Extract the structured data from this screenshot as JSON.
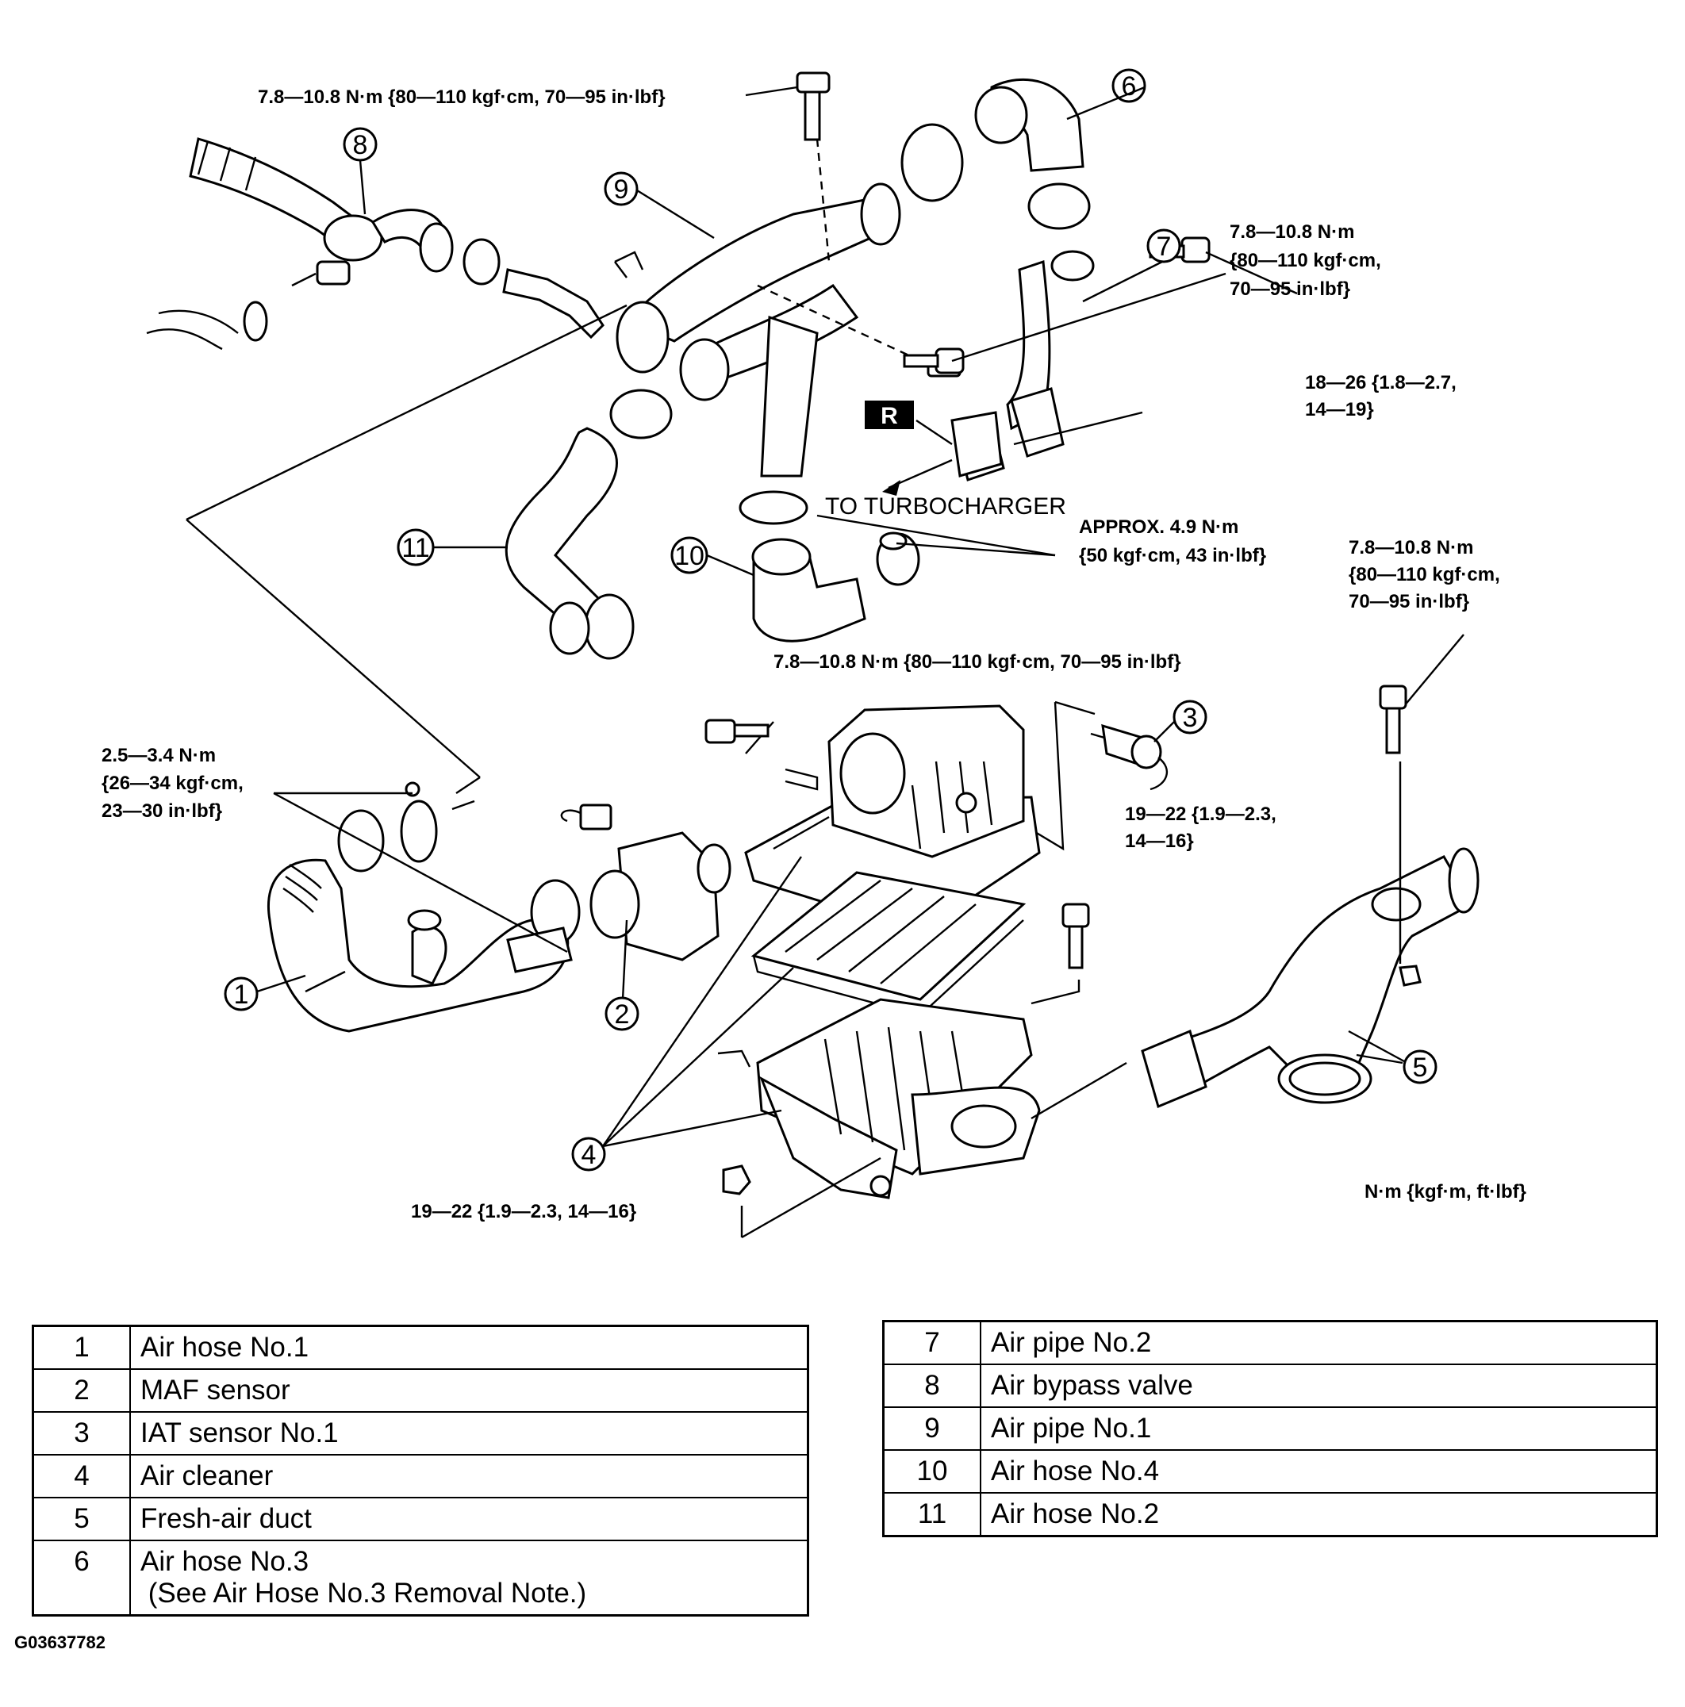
{
  "torques": {
    "t_bypass_bolt": "7.8—10.8 N·m {80—110 kgf·cm, 70—95 in·lbf}",
    "t_pipe2_bolt": [
      "7.8—10.8 N·m",
      "{80—110 kgf·cm,",
      "70—95 in·lbf}"
    ],
    "t_turbo_bolt": [
      "18—26 {1.8—2.7,",
      "14—19}"
    ],
    "t_hose4_clamp": [
      "APPROX. 4.9 N·m",
      "{50 kgf·cm, 43 in·lbf}"
    ],
    "t_duct_bolt": [
      "7.8—10.8 N·m",
      "{80—110 kgf·cm,",
      "70—95 in·lbf}"
    ],
    "t_cleaner_top": "7.8—10.8 N·m {80—110 kgf·cm, 70—95 in·lbf}",
    "t_hose1_clamp": [
      "2.5—3.4 N·m",
      "{26—34 kgf·cm,",
      "23—30 in·lbf}"
    ],
    "t_cleaner_mid": [
      "19—22 {1.9—2.3,",
      "14—16}"
    ],
    "t_cleaner_bottom": "19—22 {1.9—2.3, 14—16}"
  },
  "labels": {
    "to_turbo": "TO TURBOCHARGER",
    "replace_mark": "R",
    "units": "N·m {kgf·m, ft·lbf}",
    "callouts": {
      "c1": "1",
      "c2": "2",
      "c3": "3",
      "c4": "4",
      "c5": "5",
      "c6": "6",
      "c7": "7",
      "c8": "8",
      "c9": "9",
      "c10": "10",
      "c11": "11"
    }
  },
  "legend_left": [
    {
      "num": "1",
      "name": "Air hose No.1"
    },
    {
      "num": "2",
      "name": "MAF sensor"
    },
    {
      "num": "3",
      "name": "IAT sensor No.1"
    },
    {
      "num": "4",
      "name": "Air cleaner"
    },
    {
      "num": "5",
      "name": "Fresh-air duct"
    },
    {
      "num": "6",
      "name": "Air hose No.3\n (See Air Hose No.3 Removal Note.)"
    }
  ],
  "legend_right": [
    {
      "num": "7",
      "name": "Air pipe No.2"
    },
    {
      "num": "8",
      "name": "Air bypass valve"
    },
    {
      "num": "9",
      "name": "Air pipe No.1"
    },
    {
      "num": "10",
      "name": "Air hose No.4"
    },
    {
      "num": "11",
      "name": "Air hose No.2"
    }
  ],
  "figure_id": "G03637782"
}
